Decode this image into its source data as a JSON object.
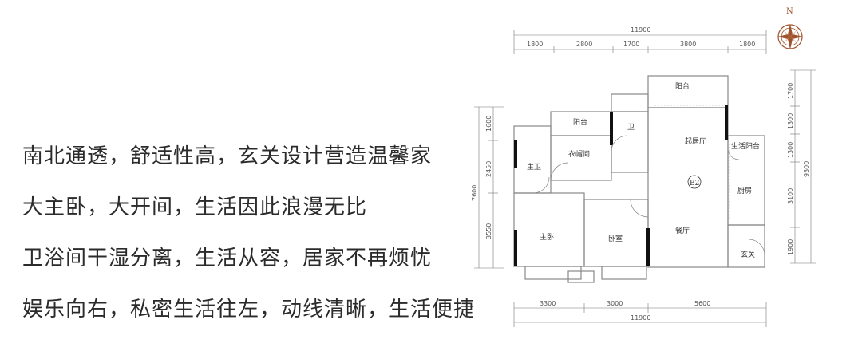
{
  "copy": {
    "lines": [
      "南北通透，舒适性高，玄关设计营造温馨家",
      "大主卧，大开间，生活因此浪漫无比",
      "卫浴间干湿分离，生活从容，居家不再烦忧",
      "娱乐向右，私密生活往左，动线清晰，生活便捷"
    ]
  },
  "plan": {
    "unit_code": "B2",
    "rooms": {
      "balcony_top": "阳台",
      "balcony_left": "阳台",
      "bath": "卫",
      "living": "起居厅",
      "life_balcony": "生活阳台",
      "master_bath": "主卫",
      "cloakroom": "衣帽间",
      "kitchen": "厨房",
      "master_bedroom": "主卧",
      "bedroom": "卧室",
      "dining": "餐厅",
      "foyer": "玄关"
    },
    "dims_top": {
      "total": "11900",
      "segments": [
        "1800",
        "2800",
        "1700",
        "3800",
        "1800"
      ]
    },
    "dims_bottom": {
      "total": "11900",
      "segments": [
        "3300",
        "3000",
        "5600"
      ]
    },
    "dims_left": {
      "total": "7600",
      "segments": [
        "1600",
        "2450",
        "3550"
      ]
    },
    "dims_right": {
      "total": "9300",
      "segments": [
        "1700",
        "1300",
        "1300",
        "3100",
        "1900"
      ]
    },
    "compass": {
      "north_label": "N",
      "color": "#a0522d"
    }
  }
}
